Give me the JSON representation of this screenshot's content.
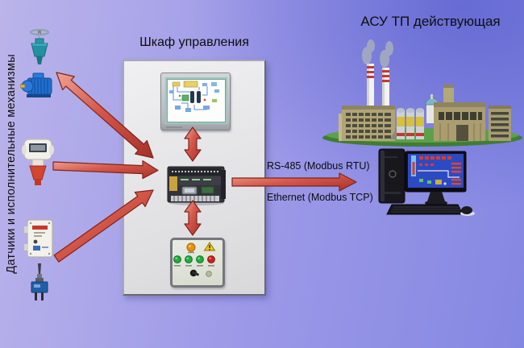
{
  "left_panel": {
    "label": "Датчики и исполнительные механизмы",
    "devices": [
      {
        "icon": "gate-valve-icon"
      },
      {
        "icon": "electric-motor-icon"
      },
      {
        "icon": "level-transmitter-icon"
      },
      {
        "icon": "control-unit-icon"
      },
      {
        "icon": "probe-sensor-icon"
      }
    ]
  },
  "cabinet": {
    "title": "Шкаф управления",
    "components": [
      {
        "icon": "hmi-touch-panel-icon"
      },
      {
        "icon": "plc-controller-icon"
      },
      {
        "icon": "pushbutton-panel-icon"
      }
    ]
  },
  "connections": {
    "rs485_label": "RS-485 (Modbus RTU)",
    "ethernet_label": "Ethernet (Modbus TCP)"
  },
  "right_panel": {
    "title": "АСУ ТП действующая",
    "icons": [
      {
        "icon": "factory-icon"
      },
      {
        "icon": "workstation-icon"
      }
    ]
  },
  "colors": {
    "background_start": "#bab4ea",
    "background_end": "#8487e2",
    "arrow": "#d5584a",
    "cabinet_fill": "#e6e6e8",
    "text": "#111111"
  }
}
